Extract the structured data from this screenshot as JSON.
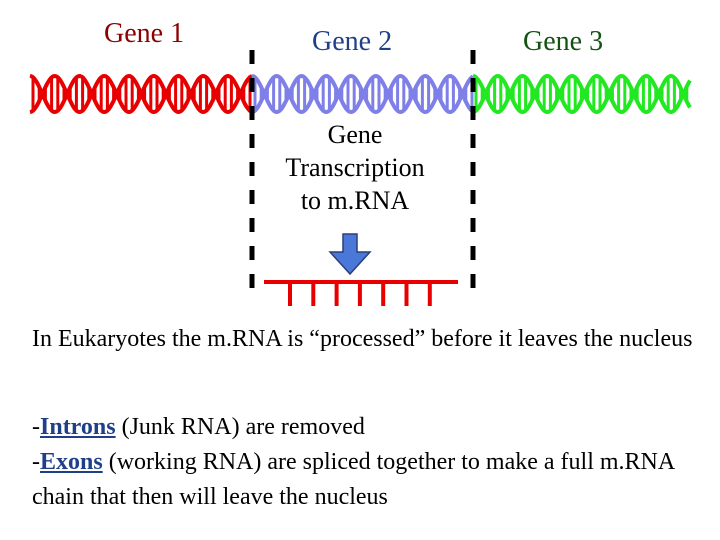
{
  "genes": [
    {
      "label": "Gene 1",
      "color": "#e80000"
    },
    {
      "label": "Gene 2",
      "color": "#7f7fe8"
    },
    {
      "label": "Gene 3",
      "color": "#22e822"
    }
  ],
  "label_colors": {
    "gene1": "#8b0000",
    "gene2": "#1f3f8a",
    "gene3": "#145214"
  },
  "arrow_color": "#4a78d8",
  "mrna_color": "#e80000",
  "transcription": {
    "line1": "Gene",
    "line2": "Transcription",
    "line3": "to m.RNA"
  },
  "processing_text": "In Eukaryotes the m.RNA is “processed” before it leaves the nucleus",
  "bullets": [
    {
      "prefix": "-",
      "keyword": "Introns",
      "rest": " (Junk RNA) are removed"
    },
    {
      "prefix": "-",
      "keyword": "Exons",
      "rest": " (working RNA) are spliced together to make a full m.RNA chain that then will leave the nucleus"
    }
  ]
}
